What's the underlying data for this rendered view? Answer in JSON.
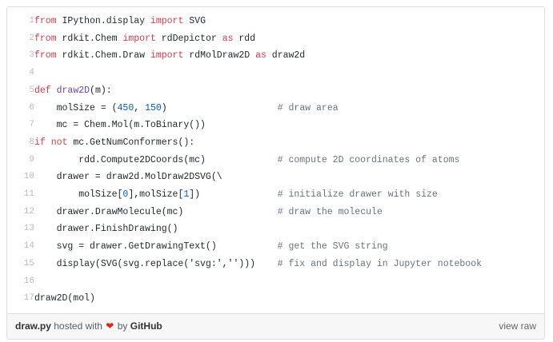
{
  "gist": {
    "file_name": "draw.py",
    "language": "python",
    "lines": [
      {
        "num": "1",
        "tokens": [
          {
            "t": "from",
            "c": "k"
          },
          {
            "t": " IPython.display ",
            "c": "s"
          },
          {
            "t": "import",
            "c": "k"
          },
          {
            "t": " SVG",
            "c": "s"
          }
        ],
        "comment": ""
      },
      {
        "num": "2",
        "tokens": [
          {
            "t": "from",
            "c": "k"
          },
          {
            "t": " rdkit.Chem ",
            "c": "s"
          },
          {
            "t": "import",
            "c": "k"
          },
          {
            "t": " rdDepictor ",
            "c": "s"
          },
          {
            "t": "as",
            "c": "k"
          },
          {
            "t": " rdd",
            "c": "s"
          }
        ],
        "comment": ""
      },
      {
        "num": "3",
        "tokens": [
          {
            "t": "from",
            "c": "k"
          },
          {
            "t": " rdkit.Chem.Draw ",
            "c": "s"
          },
          {
            "t": "import",
            "c": "k"
          },
          {
            "t": " rdMolDraw2D ",
            "c": "s"
          },
          {
            "t": "as",
            "c": "k"
          },
          {
            "t": " draw2d",
            "c": "s"
          }
        ],
        "comment": ""
      },
      {
        "num": "4",
        "tokens": [],
        "comment": ""
      },
      {
        "num": "5",
        "tokens": [
          {
            "t": "def",
            "c": "k"
          },
          {
            "t": " ",
            "c": "s"
          },
          {
            "t": "draw2D",
            "c": "fn"
          },
          {
            "t": "(m):",
            "c": "s"
          }
        ],
        "comment": ""
      },
      {
        "num": "6",
        "tokens": [
          {
            "t": "    molSize = (",
            "c": "s"
          },
          {
            "t": "450",
            "c": "n"
          },
          {
            "t": ", ",
            "c": "s"
          },
          {
            "t": "150",
            "c": "n"
          },
          {
            "t": ")",
            "c": "s"
          }
        ],
        "comment": "# draw area"
      },
      {
        "num": "7",
        "tokens": [
          {
            "t": "    mc = Chem.Mol(m.ToBinary())",
            "c": "s"
          }
        ],
        "comment": ""
      },
      {
        "num": "8",
        "tokens": [
          {
            "t": "if",
            "c": "k"
          },
          {
            "t": " ",
            "c": "s"
          },
          {
            "t": "not",
            "c": "k"
          },
          {
            "t": " mc.GetNumConformers():",
            "c": "s"
          }
        ],
        "comment": ""
      },
      {
        "num": "9",
        "tokens": [
          {
            "t": "        rdd.Compute2DCoords(mc)",
            "c": "s"
          }
        ],
        "comment": "# compute 2D coordinates of atoms"
      },
      {
        "num": "10",
        "tokens": [
          {
            "t": "    drawer = draw2d.MolDraw2DSVG(\\",
            "c": "s"
          }
        ],
        "comment": ""
      },
      {
        "num": "11",
        "tokens": [
          {
            "t": "        molSize[",
            "c": "s"
          },
          {
            "t": "0",
            "c": "n"
          },
          {
            "t": "],molSize[",
            "c": "s"
          },
          {
            "t": "1",
            "c": "n"
          },
          {
            "t": "])",
            "c": "s"
          }
        ],
        "comment": "# initialize drawer with size"
      },
      {
        "num": "12",
        "tokens": [
          {
            "t": "    drawer.DrawMolecule(mc)",
            "c": "s"
          }
        ],
        "comment": "# draw the molecule"
      },
      {
        "num": "13",
        "tokens": [
          {
            "t": "    drawer.FinishDrawing()",
            "c": "s"
          }
        ],
        "comment": ""
      },
      {
        "num": "14",
        "tokens": [
          {
            "t": "    svg = drawer.GetDrawingText()",
            "c": "s"
          }
        ],
        "comment": "# get the SVG string"
      },
      {
        "num": "15",
        "tokens": [
          {
            "t": "    display(SVG(svg.replace('svg:','')))",
            "c": "s"
          }
        ],
        "comment": "# fix and display in Jupyter notebook"
      },
      {
        "num": "16",
        "tokens": [],
        "comment": ""
      },
      {
        "num": "17",
        "tokens": [
          {
            "t": "draw2D(mol)",
            "c": "s"
          }
        ],
        "comment": ""
      }
    ]
  },
  "footer": {
    "file_link": "draw.py",
    "hosted_with": "hosted with",
    "heart": "❤",
    "by": "by",
    "provider": "GitHub",
    "view_raw": "view raw"
  },
  "colors": {
    "keyword": "#d73a49",
    "function": "#6f42c1",
    "number": "#005cc5",
    "comment": "#6a737d",
    "text": "#24292e",
    "line_number": "#babbbd",
    "border": "#dddddd",
    "footer_bg": "#f7f7f7",
    "heart": "#e1251b"
  }
}
